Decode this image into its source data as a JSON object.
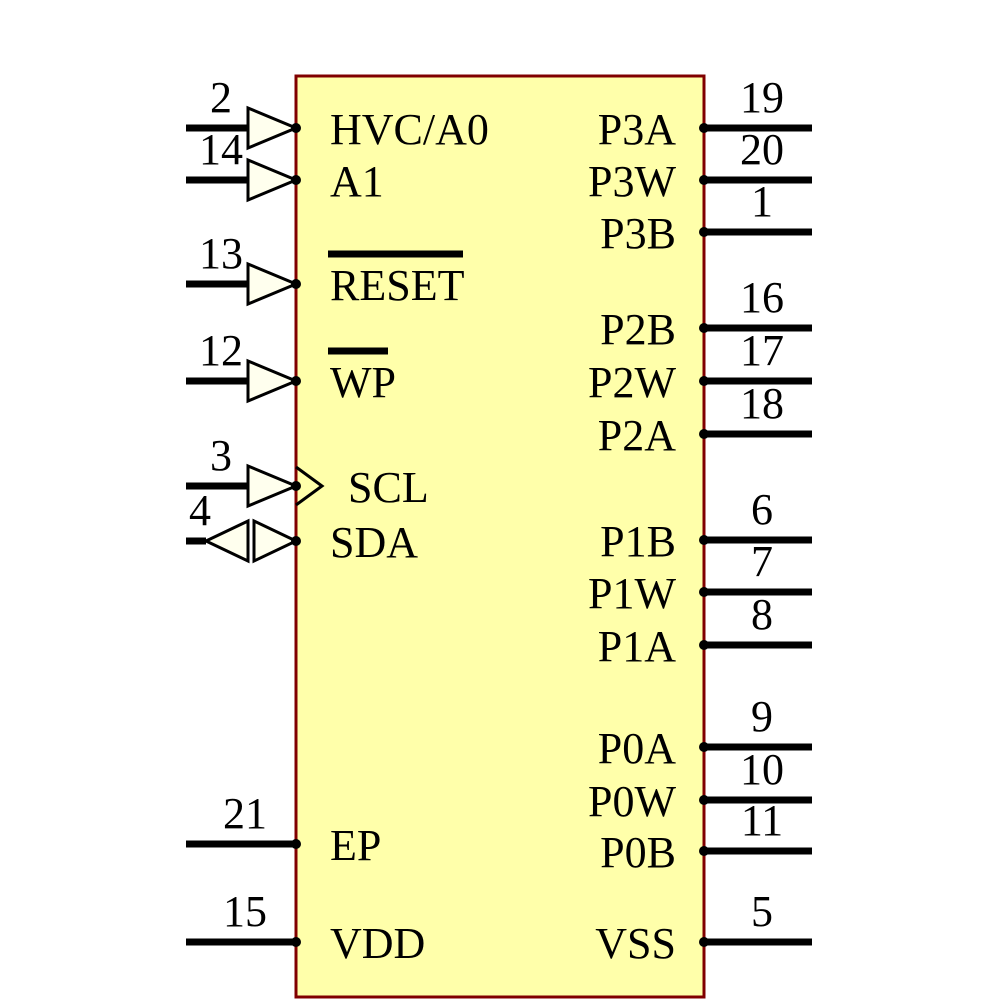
{
  "diagram": {
    "kind": "chip-pinout-symbol",
    "body_fill": "#FFFFAA",
    "body_border": "#800000",
    "wire_color": "#000000"
  },
  "left_pins": [
    {
      "number": "2",
      "label": "HVC/A0",
      "marker": "input-arrow",
      "overline": false,
      "indent": false
    },
    {
      "number": "14",
      "label": "A1",
      "marker": "input-arrow",
      "overline": false,
      "indent": false
    },
    {
      "number": "13",
      "label": "RESET",
      "marker": "input-arrow",
      "overline": true,
      "indent": false
    },
    {
      "number": "12",
      "label": "WP",
      "marker": "input-arrow",
      "overline": true,
      "indent": false
    },
    {
      "number": "3",
      "label": "SCL",
      "marker": "clock-input-arrow",
      "overline": false,
      "indent": true
    },
    {
      "number": "4",
      "label": "SDA",
      "marker": "bidirectional-arrow",
      "overline": false,
      "indent": false
    },
    {
      "number": "21",
      "label": "EP",
      "marker": "plain",
      "overline": false,
      "indent": false
    },
    {
      "number": "15",
      "label": "VDD",
      "marker": "plain",
      "overline": false,
      "indent": false
    }
  ],
  "right_pins": [
    {
      "number": "19",
      "label": "P3A",
      "marker": "plain"
    },
    {
      "number": "20",
      "label": "P3W",
      "marker": "plain"
    },
    {
      "number": "1",
      "label": "P3B",
      "marker": "plain"
    },
    {
      "number": "16",
      "label": "P2B",
      "marker": "plain"
    },
    {
      "number": "17",
      "label": "P2W",
      "marker": "plain"
    },
    {
      "number": "18",
      "label": "P2A",
      "marker": "plain"
    },
    {
      "number": "6",
      "label": "P1B",
      "marker": "plain"
    },
    {
      "number": "7",
      "label": "P1W",
      "marker": "plain"
    },
    {
      "number": "8",
      "label": "P1A",
      "marker": "plain"
    },
    {
      "number": "9",
      "label": "P0A",
      "marker": "plain"
    },
    {
      "number": "10",
      "label": "P0W",
      "marker": "plain"
    },
    {
      "number": "11",
      "label": "P0B",
      "marker": "plain"
    },
    {
      "number": "5",
      "label": "VSS",
      "marker": "plain"
    }
  ]
}
